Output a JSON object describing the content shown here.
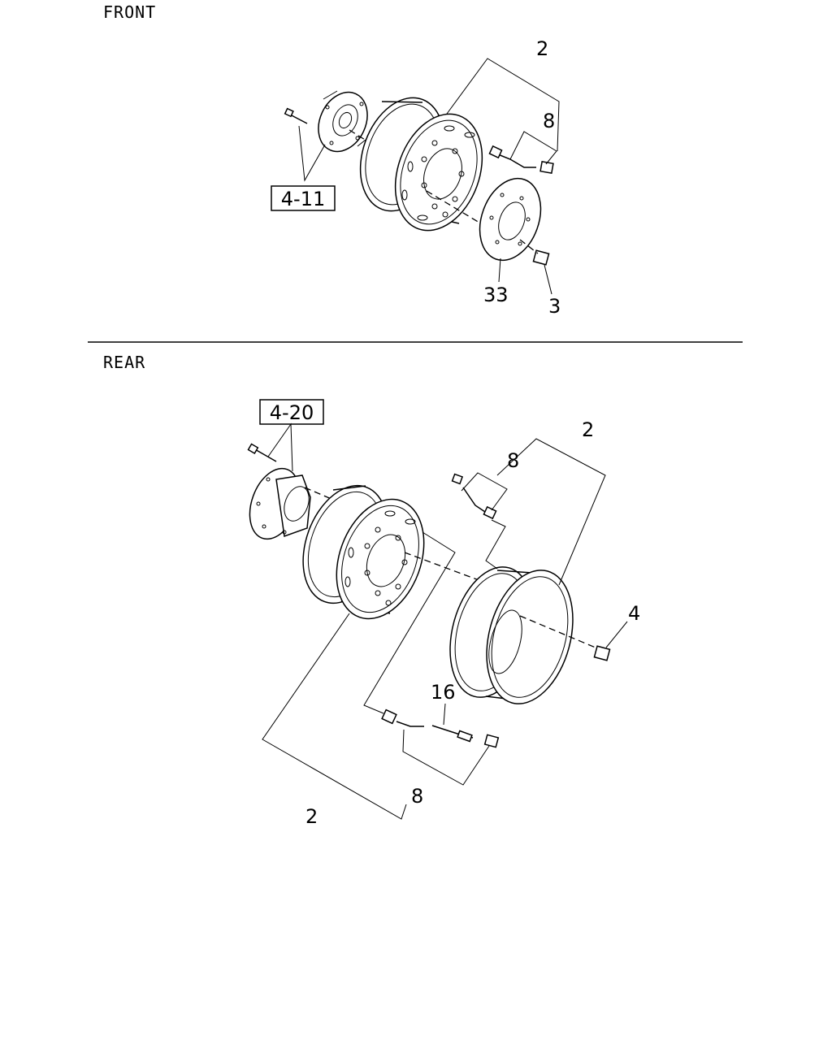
{
  "sections": {
    "front": {
      "title": "FRONT"
    },
    "rear": {
      "title": "REAR"
    }
  },
  "refs": {
    "front_hub": "4-11",
    "rear_hub": "4-20"
  },
  "callouts": {
    "front_wheel": "2",
    "front_valve": "8",
    "front_plate": "33",
    "front_nut": "3",
    "rear_outer_wheel": "2",
    "rear_upper_valve": "8",
    "rear_nut": "4",
    "rear_extension": "16",
    "rear_lower_valve": "8",
    "rear_inner_wheel": "2"
  }
}
